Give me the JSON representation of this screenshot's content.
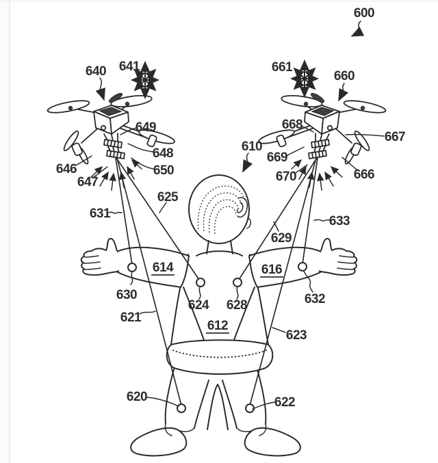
{
  "figure": {
    "kind": "patent-drawing",
    "fig_number": "600",
    "ink_color": "#2a2a2a",
    "background_color": "#ffffff",
    "page_edge_color": "#ededee"
  },
  "labels": {
    "n600": "600",
    "n610": "610",
    "n612": "612",
    "n614": "614",
    "n616": "616",
    "n620": "620",
    "n621": "621",
    "n622": "622",
    "n623": "623",
    "n624": "624",
    "n625": "625",
    "n628": "628",
    "n629": "629",
    "n630": "630",
    "n631": "631",
    "n632": "632",
    "n633": "633",
    "n640": "640",
    "n641": "641",
    "n646": "646",
    "n647": "647",
    "n648": "648",
    "n649": "649",
    "n650": "650",
    "n660": "660",
    "n661": "661",
    "n666": "666",
    "n667": "667",
    "n668": "668",
    "n669": "669",
    "n670": "670"
  }
}
